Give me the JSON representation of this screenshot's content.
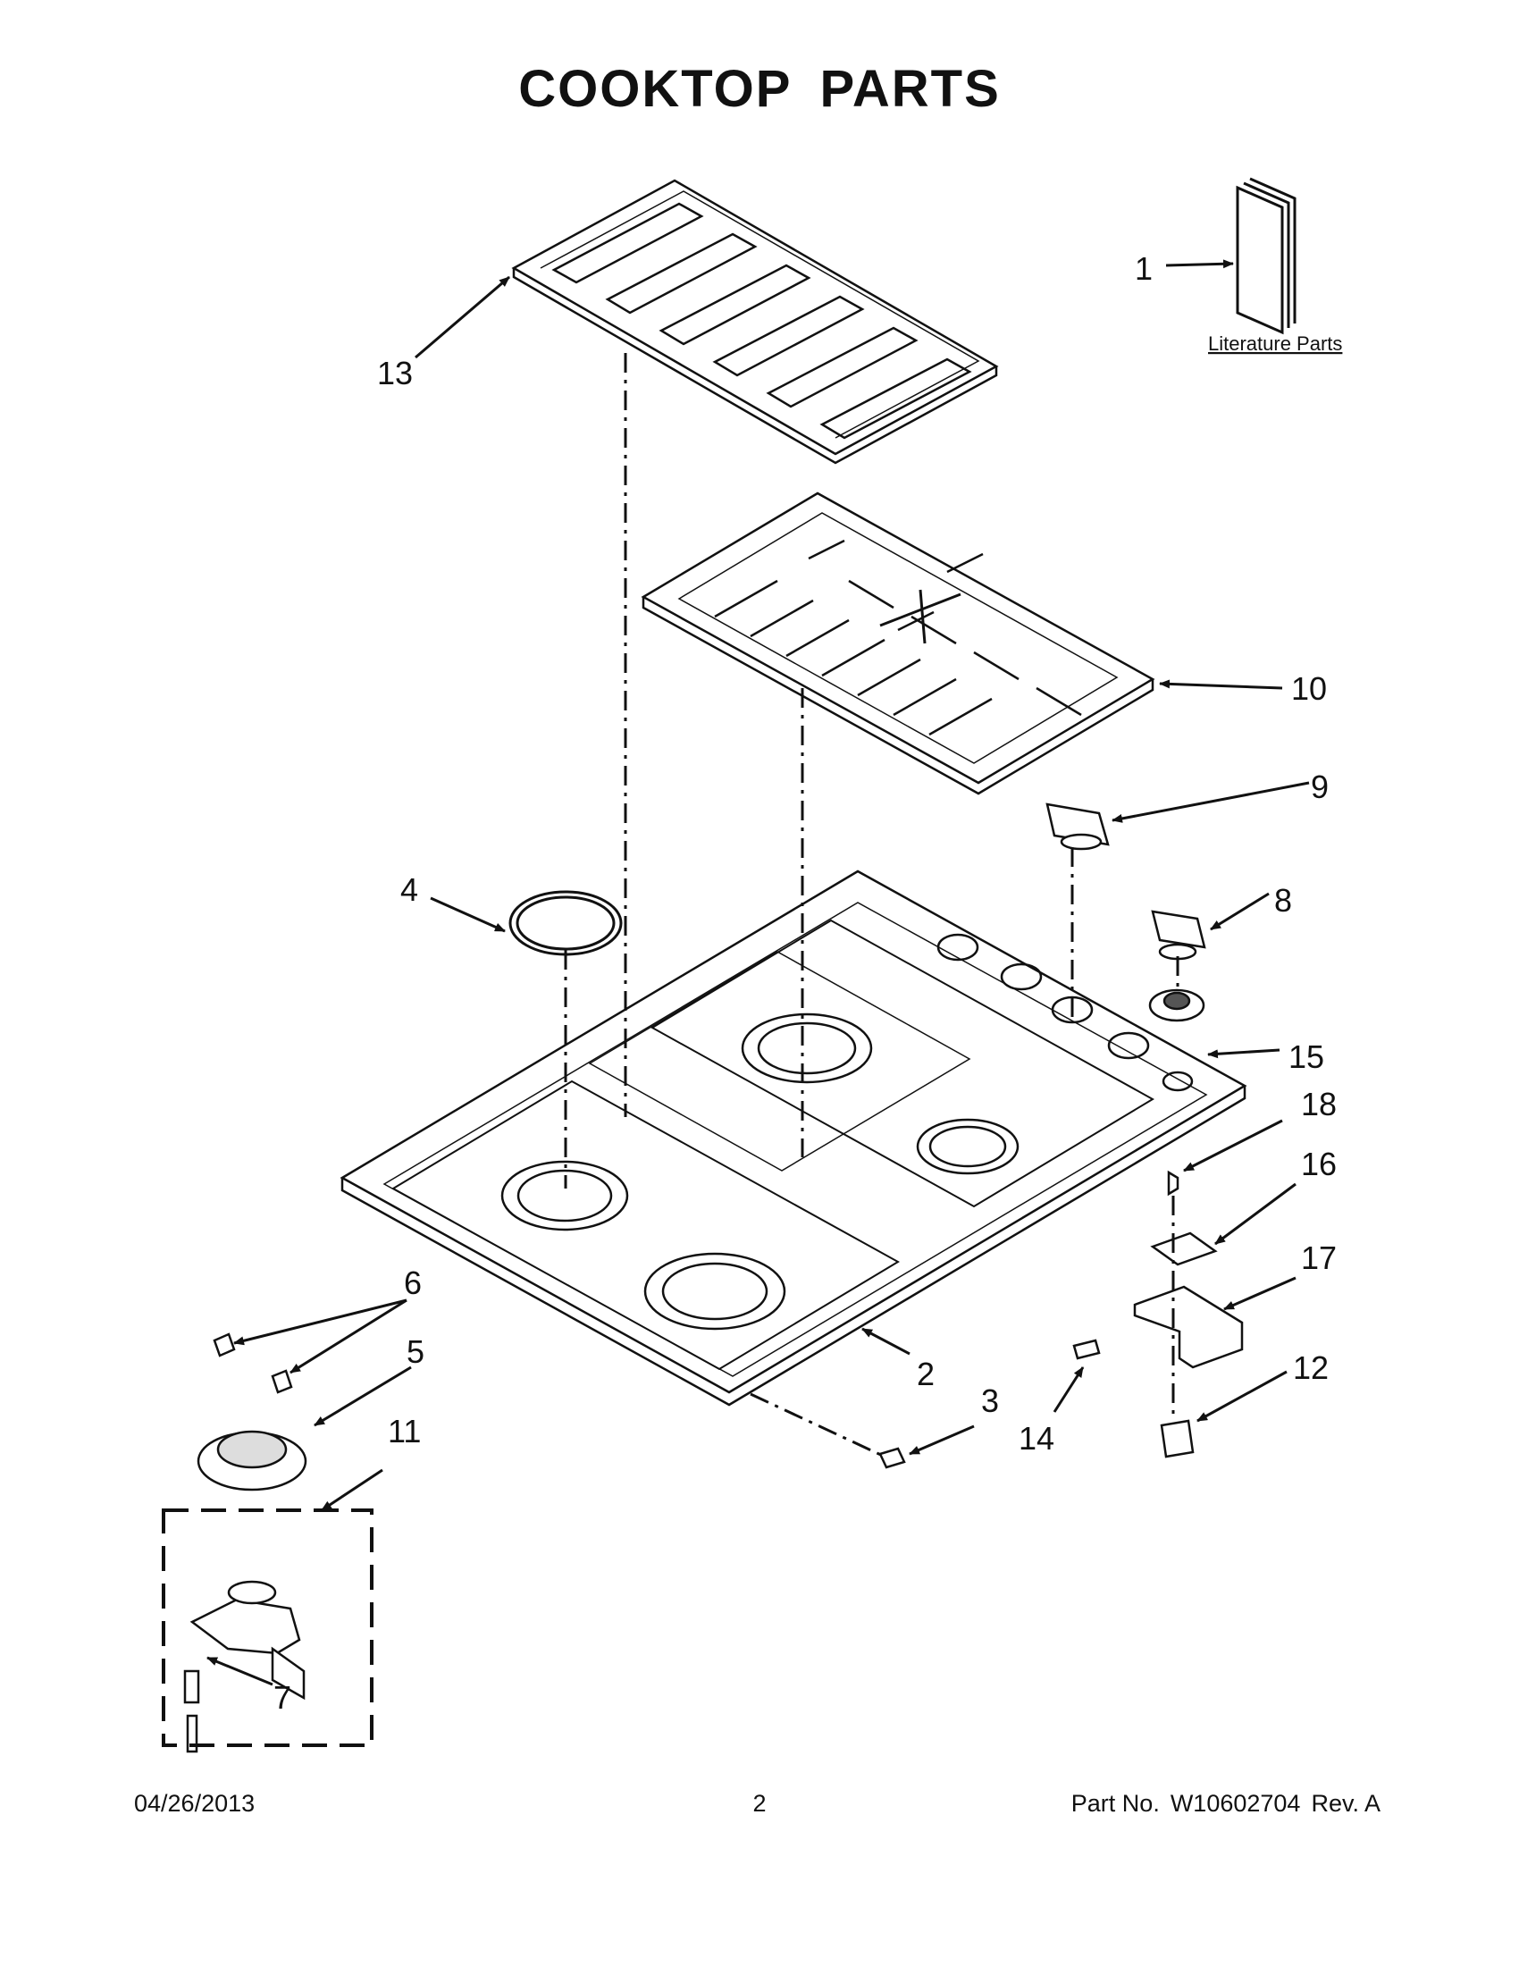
{
  "page": {
    "title": "COOKTOP PARTS",
    "literature_label": "Literature Parts"
  },
  "callouts": {
    "c1": "1",
    "c2": "2",
    "c3": "3",
    "c4": "4",
    "c5": "5",
    "c6": "6",
    "c7": "7",
    "c8": "8",
    "c9": "9",
    "c10": "10",
    "c11": "11",
    "c12": "12",
    "c13": "13",
    "c14": "14",
    "c15": "15",
    "c16": "16",
    "c17": "17",
    "c18": "18"
  },
  "footer": {
    "date": "04/26/2013",
    "page_number": "2",
    "part_prefix": "Part No.",
    "part_number": "W10602704",
    "revision": "Rev.  A"
  }
}
